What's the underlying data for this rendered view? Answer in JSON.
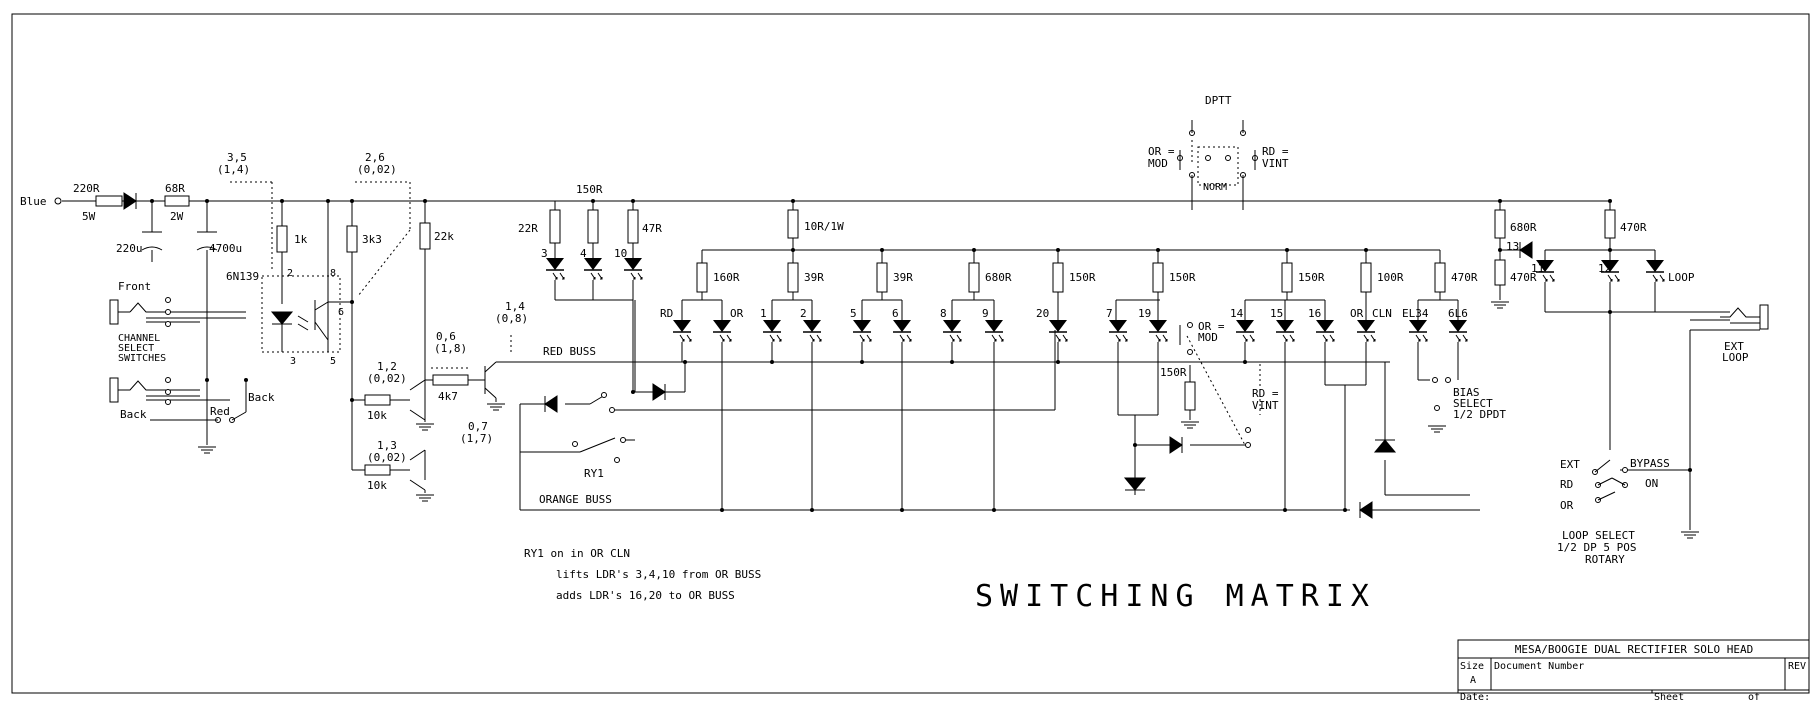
{
  "title": "SWITCHING MATRIX",
  "title_block": {
    "heading": "MESA/BOOGIE DUAL RECTIFIER SOLO HEAD",
    "size_label": "Size",
    "size_value": "A",
    "doc_label": "Document Number",
    "rev_label": "REV",
    "date_label": "Date:",
    "sheet_label": "Sheet",
    "of_label": "of"
  },
  "notes": {
    "line1": "RY1 on in OR CLN",
    "line2": "lifts LDR's 3,4,10 from OR BUSS",
    "line3": "adds LDR's 16,20 to OR BUSS"
  },
  "labels": {
    "blue": "Blue",
    "r220": "220R",
    "w5": "5W",
    "r68": "68R",
    "w2": "2W",
    "c220": "220u",
    "c4700": "4700u",
    "pins_35": "3,5",
    "pins_35_val": "(1,4)",
    "pins_26": "2,6",
    "pins_26_val": "(0,02)",
    "r1k": "1k",
    "r3k3": "3k3",
    "r22k": "22k",
    "opto": "6N139",
    "pin2": "2",
    "pin8": "8",
    "pin6": "6",
    "pin3": "3",
    "pin5": "5",
    "front": "Front",
    "back": "Back",
    "back2": "Back",
    "red": "Red",
    "cs1": "CHANNEL",
    "cs2": "SELECT",
    "cs3": "SWITCHES",
    "pins_12": "1,2",
    "pins_12_val": "(0,02)",
    "pins_13": "1,3",
    "pins_13_val": "(0,02)",
    "pins_06": "0,6",
    "pins_06_val": "(1,8)",
    "pins_14": "1,4",
    "pins_14_val": "(0,8)",
    "pins_07": "0,7",
    "pins_07_val": "(1,7)",
    "r10k_a": "10k",
    "r10k_b": "10k",
    "r4k7": "4k7",
    "r150_top": "150R",
    "r22r": "22R",
    "r47r": "47R",
    "ldr3": "3",
    "ldr4": "4",
    "ldr10": "10",
    "r10r1w": "10R/1W",
    "r160": "160R",
    "r39a": "39R",
    "r39b": "39R",
    "r680": "680R",
    "r150a": "150R",
    "r150b": "150R",
    "r150c": "150R",
    "r100": "100R",
    "r470a": "470R",
    "led_rd": "RD",
    "led_or": "OR",
    "led_1": "1",
    "led_2": "2",
    "led_5": "5",
    "led_6": "6",
    "led_8": "8",
    "led_9": "9",
    "led_20": "20",
    "led_7": "7",
    "led_19": "19",
    "led_14": "14",
    "led_15": "15",
    "led_16": "16",
    "led_or2": "OR",
    "led_cln": "CLN",
    "led_el34": "EL34",
    "led_6l6": "6L6",
    "red_buss": "RED BUSS",
    "orange_buss": "ORANGE BUSS",
    "ry1": "RY1",
    "or_mod": "OR =",
    "mod": "MOD",
    "r150_mid": "150R",
    "rd_vint": "RD =",
    "vint": "VINT",
    "bias1": "BIAS",
    "bias2": "SELECT",
    "bias3": "1/2 DPDT",
    "dptt": "DPTT",
    "dp_or": "OR =",
    "dp_mod": "MOD",
    "dp_rd": "RD =",
    "dp_vint": "VINT",
    "norm": "NORM",
    "r680b": "680R",
    "r470b": "470R",
    "r470c": "470R",
    "led_13": "13",
    "led_11": "11",
    "led_12": "12",
    "led_loop": "LOOP",
    "ext_loop1": "EXT",
    "ext_loop2": "LOOP",
    "sw_ext": "EXT",
    "sw_rd": "RD",
    "sw_or": "OR",
    "sw_bypass": "BYPASS",
    "sw_on": "ON",
    "ls1": "LOOP SELECT",
    "ls2": "1/2 DP 5 POS",
    "ls3": "ROTARY"
  }
}
